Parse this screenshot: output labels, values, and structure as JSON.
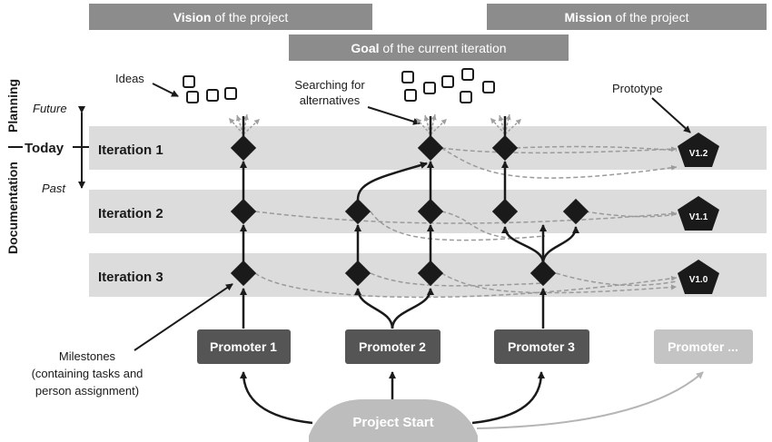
{
  "header": {
    "vision": {
      "bold": "Vision",
      "rest": " of the project"
    },
    "mission": {
      "bold": "Mission",
      "rest": " of the project"
    },
    "goal": {
      "bold": "Goal",
      "rest": " of the current iteration"
    }
  },
  "time_axis": {
    "vertical_label_left": "Documentation",
    "vertical_label_right": "Planning",
    "future": "Future",
    "today": "Today",
    "past": "Past"
  },
  "iterations": [
    "Iteration 1",
    "Iteration 2",
    "Iteration 3"
  ],
  "annotations": {
    "ideas": "Ideas",
    "searching_line1": "Searching for",
    "searching_line2": "alternatives",
    "prototype": "Prototype",
    "milestones_line1": "Milestones",
    "milestones_line2": "(containing tasks and",
    "milestones_line3": "person assignment)"
  },
  "promoters": [
    "Promoter 1",
    "Promoter 2",
    "Promoter 3",
    "Promoter ..."
  ],
  "prototype_versions": [
    "V1.2",
    "V1.1",
    "V1.0"
  ],
  "project_start": "Project Start",
  "colors": {
    "header_bar": "#8c8c8c",
    "band": "#dcdcdc",
    "promoter_box": "#555555",
    "promoter_box_faded": "#c4c4c4",
    "project_start": "#bdbdbd",
    "milestone": "#1a1a1a",
    "dashed_link": "#9a9a9a"
  }
}
